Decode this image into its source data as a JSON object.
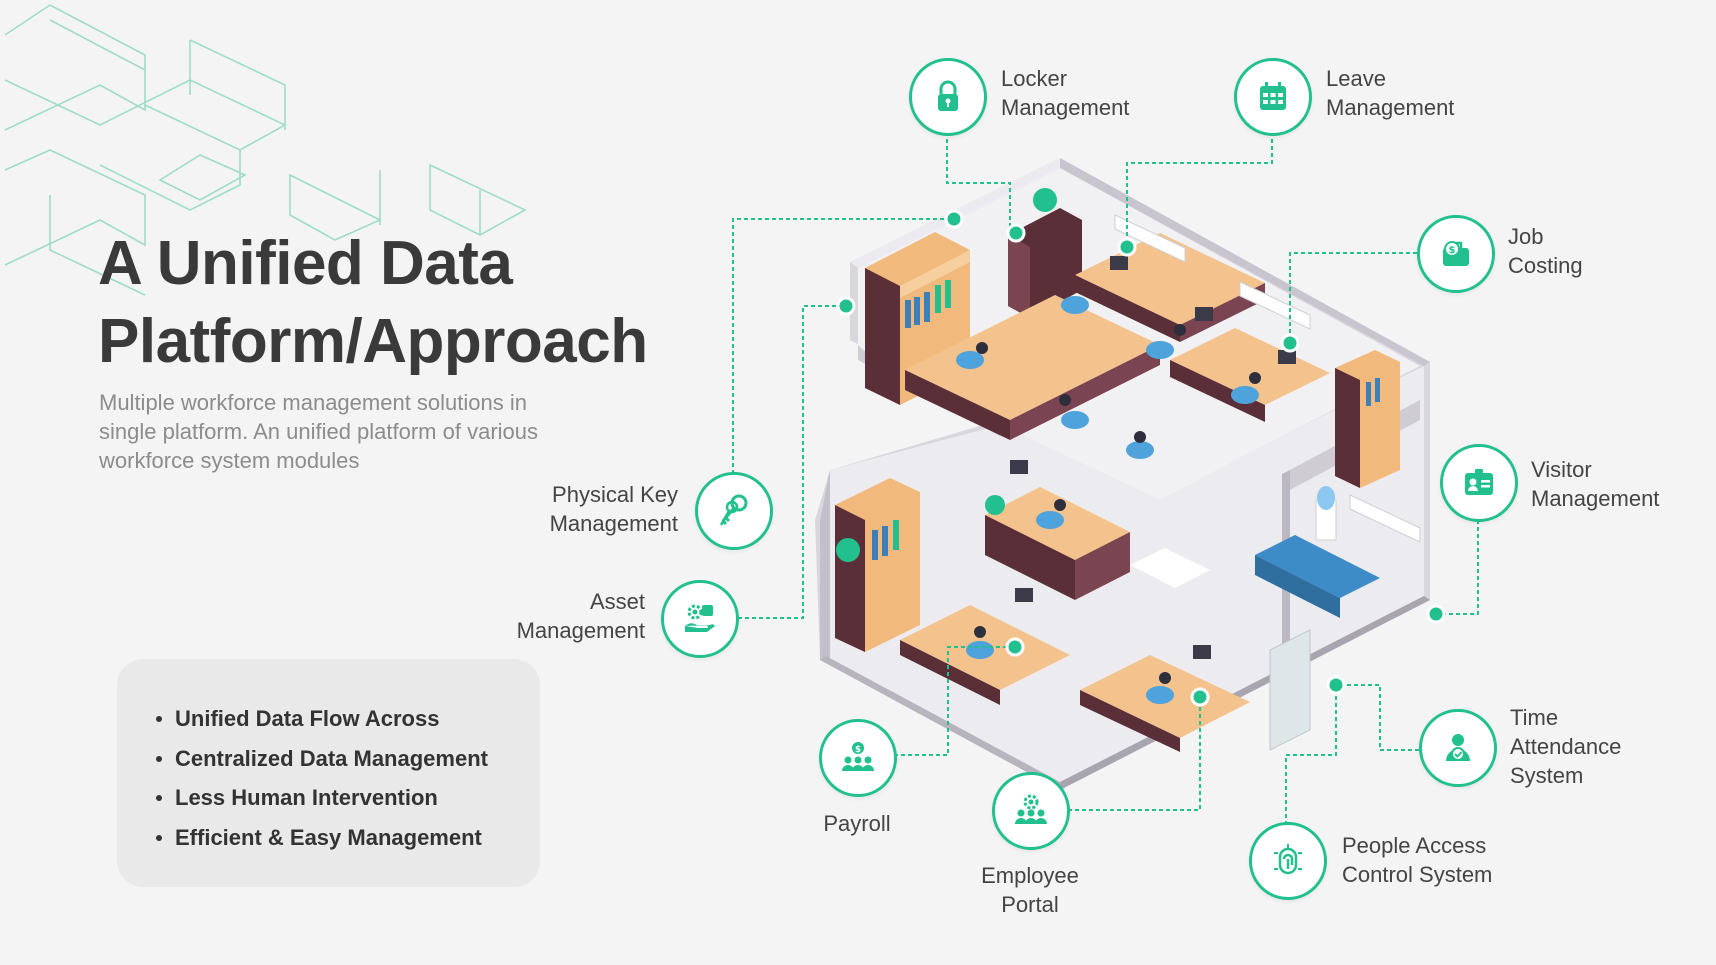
{
  "title": {
    "line1": "A Unified Data",
    "line2": "Platform/Approach"
  },
  "subtitle": {
    "line1": "Multiple workforce management solutions in",
    "line2": "single platform. An unified platform of various",
    "line3": "workforce system modules"
  },
  "benefits": [
    "Unified Data Flow Across",
    "Centralized Data Management",
    "Less Human Intervention",
    "Efficient & Easy Management"
  ],
  "modules": {
    "locker": {
      "line1": "Locker",
      "line2": "Management",
      "icon": "lock-icon"
    },
    "leave": {
      "line1": "Leave",
      "line2": "Management",
      "icon": "calendar-icon"
    },
    "job": {
      "line1": "Job",
      "line2": "Costing",
      "icon": "briefcase-dollar-icon"
    },
    "visitor": {
      "line1": "Visitor",
      "line2": "Management",
      "icon": "id-card-icon"
    },
    "time": {
      "line1": "Time",
      "line2": "Attendance",
      "line3": "System",
      "icon": "user-check-icon"
    },
    "access": {
      "line1": "People Access",
      "line2": "Control System",
      "icon": "fingerprint-icon"
    },
    "portal": {
      "line1": "Employee",
      "line2": "Portal",
      "icon": "team-gear-icon"
    },
    "payroll": {
      "line1": "Payroll",
      "icon": "team-dollar-icon"
    },
    "asset": {
      "line1": "Asset",
      "line2": "Management",
      "icon": "hand-gear-icon"
    },
    "key": {
      "line1": "Physical Key",
      "line2": "Management",
      "icon": "keys-icon"
    }
  },
  "colors": {
    "accent": "#21c08e",
    "title": "#3a3a3a",
    "subtitle": "#8c8c8c",
    "background": "#f4f4f4",
    "panel": "#e9e9e9"
  }
}
